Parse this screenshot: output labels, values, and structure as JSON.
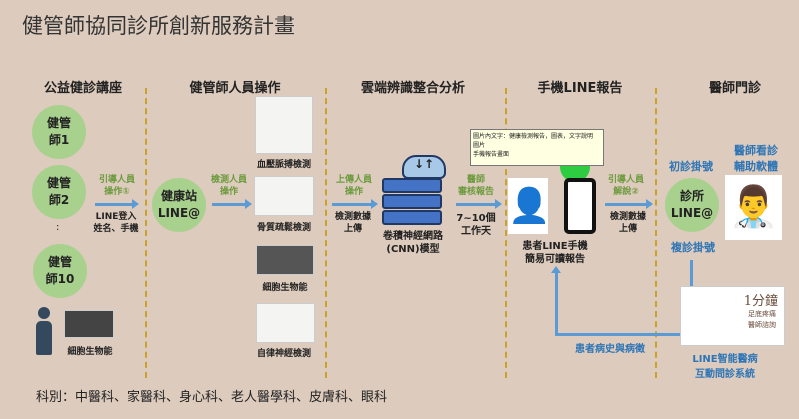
{
  "title": "健管師協同診所創新服務計畫",
  "sections": [
    "公益健診講座",
    "健管師人員操作",
    "雲端辨識整合分析",
    "手機LINE報告",
    "醫師門診"
  ],
  "col1": {
    "c1": "健管\n師1",
    "c2": "健管\n師2",
    "dots": ":",
    "c3": "健管\n師10",
    "device_label": "細胞生物能",
    "arrow_top": "引導人員\n操作①",
    "arrow_bottom": "LINE登入\n姓名、手機"
  },
  "col2": {
    "station": "健康站\nLINE@",
    "arrow_top": "檢測人員\n操作",
    "devices": [
      "血壓脈搏檢測",
      "骨質疏鬆檢測",
      "細胞生物能",
      "自律神經檢測"
    ]
  },
  "col3": {
    "arrow_top": "上傳人員\n操作",
    "arrow_bottom": "檢測數據\n上傳",
    "model": "卷積神經網路\n(CNN)模型",
    "review_top": "醫師\n審核報告",
    "review_bottom": "7~10個\n工作天"
  },
  "col4": {
    "tooltip": [
      "圖片內文字：健康檢測報告，圖表，文字說明",
      "圖片",
      "手機報告畫面"
    ],
    "report": "患者LINE手機\n簡易可讀報告",
    "arrow_top": "引導人員\n解說②",
    "arrow_bottom": "檢測數據\n上傳",
    "history": "患者病史與病徵"
  },
  "col5": {
    "first_visit": "初診掛號",
    "clinic": "診所\nLINE@",
    "return_visit": "複診掛號",
    "doctor_software": "醫師看診\n輔助軟體",
    "system": "LINE智能醫病\n互動問診系統",
    "book_title": "1分鐘",
    "book_sub": "足底疼痛\n醫師諮詢"
  },
  "footer": "科別：中醫科、家醫科、身心科、老人醫學科、皮膚科、眼科"
}
